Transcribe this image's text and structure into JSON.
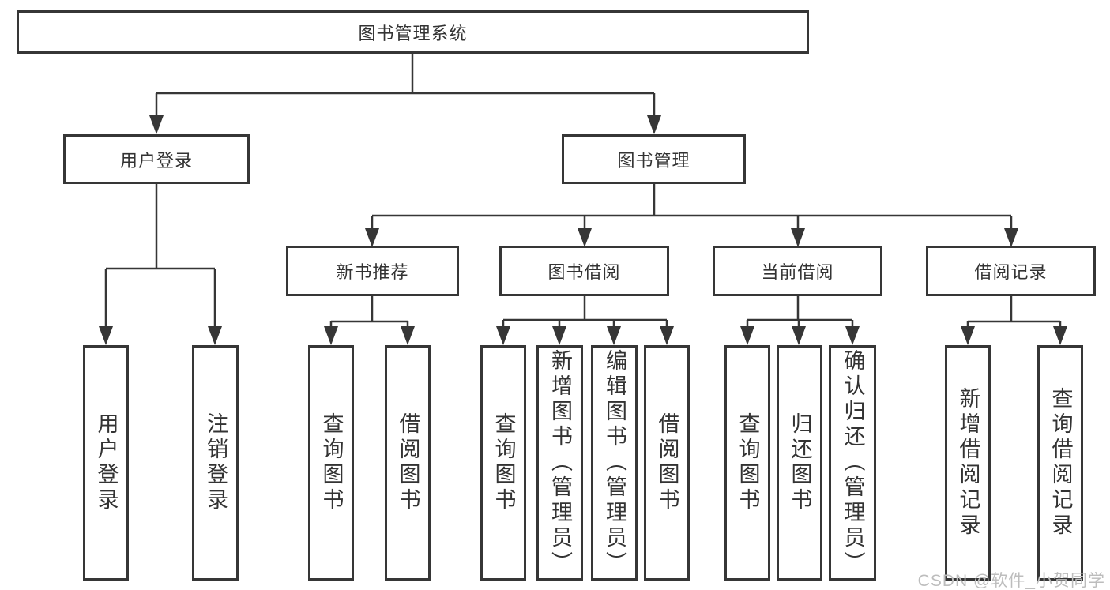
{
  "diagram_title": "图书管理系统",
  "tree": {
    "root": {
      "label": "图书管理系统"
    },
    "login": {
      "label": "用户登录",
      "children": {
        "user_login": {
          "label": "用户登录"
        },
        "logout": {
          "label": "注销登录"
        }
      }
    },
    "management": {
      "label": "图书管理",
      "children": {
        "new_books": {
          "label": "新书推荐",
          "children": {
            "query_books": {
              "label": "查询图书"
            },
            "borrow_books": {
              "label": "借阅图书"
            }
          }
        },
        "book_borrow": {
          "label": "图书借阅",
          "children": {
            "query_books": {
              "label": "查询图书"
            },
            "add_books": {
              "label": "新增图书（管理员）"
            },
            "edit_books": {
              "label": "编辑图书（管理员）"
            },
            "borrow_books": {
              "label": "借阅图书"
            }
          }
        },
        "current_borrow": {
          "label": "当前借阅",
          "children": {
            "query_books": {
              "label": "查询图书"
            },
            "return_books": {
              "label": "归还图书"
            },
            "confirm_return": {
              "label": "确认归还（管理员）"
            }
          }
        },
        "borrow_records": {
          "label": "借阅记录",
          "children": {
            "add_record": {
              "label": "新增借阅记录"
            },
            "query_record": {
              "label": "查询借阅记录"
            }
          }
        }
      }
    }
  },
  "watermark": {
    "text": "CSDN @软件_小贺同学"
  },
  "colors": {
    "line": "#363636",
    "box_border": "#363636",
    "text": "#333333",
    "watermark": "#bdbdbd",
    "background": "#ffffff"
  }
}
